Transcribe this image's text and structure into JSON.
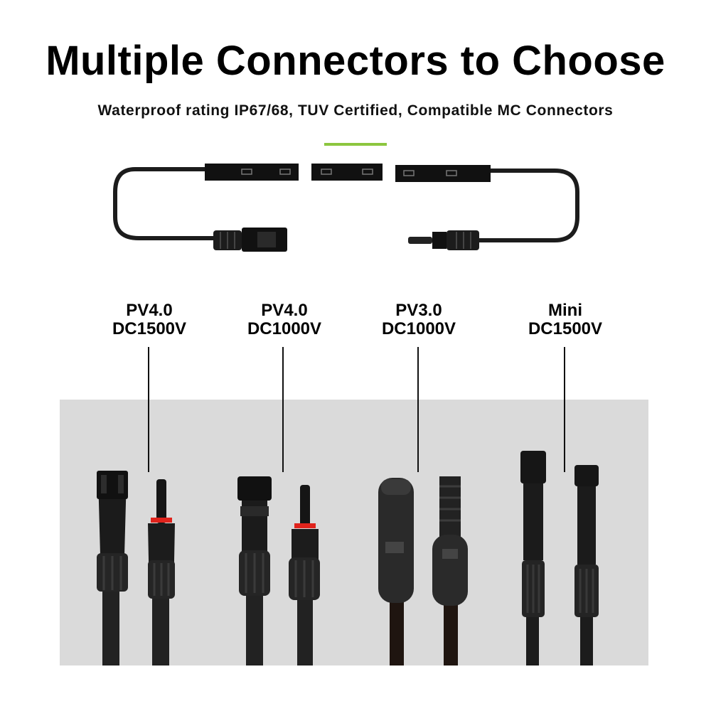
{
  "header": {
    "title": "Multiple Connectors to Choose",
    "subtitle": "Waterproof rating IP67/68, TUV Certified, Compatible MC Connectors"
  },
  "colors": {
    "accent": "#8cc63f",
    "panel_bg": "#dadada",
    "connector_black": "#1c1c1c",
    "seal_red": "#e0231c"
  },
  "connectors": [
    {
      "model": "PV4.0",
      "voltage": "DC1500V"
    },
    {
      "model": "PV4.0",
      "voltage": "DC1000V"
    },
    {
      "model": "PV3.0",
      "voltage": "DC1000V"
    },
    {
      "model": "Mini",
      "voltage": "DC1500V"
    }
  ]
}
